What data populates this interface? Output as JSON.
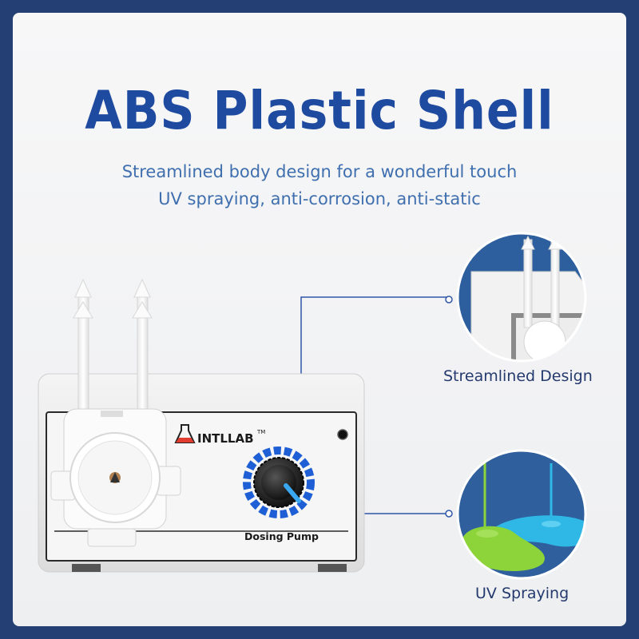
{
  "page": {
    "title": "ABS Plastic Shell",
    "subtitle_lines": [
      "Streamlined body design for a wonderful touch",
      "UV spraying, anti-corrosion, anti-static"
    ]
  },
  "product": {
    "brand": "INTLLAB",
    "trademark": "TM",
    "panel_label": "Dosing Pump"
  },
  "callouts": {
    "streamlined": "Streamlined Design",
    "uv": "UV Spraying"
  },
  "colors": {
    "frame": "#233f73",
    "title": "#1e4aa0",
    "subtitle": "#3f6fae",
    "knob_ring": "#1f5fd6",
    "green_paint": "#8cd43a",
    "blue_paint": "#2fb8e6",
    "callout_circle_bg": "#2b5c9c"
  }
}
